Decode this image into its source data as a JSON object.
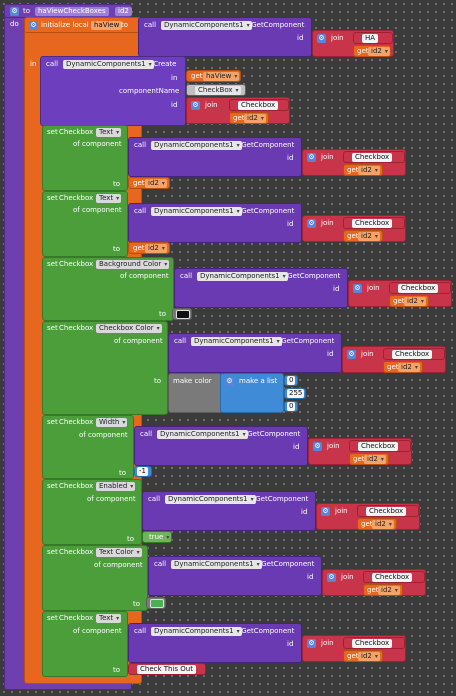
{
  "proc": {
    "to": "to",
    "name": "haViewCheckBoxes",
    "param": "id2",
    "do": "do"
  },
  "kw": {
    "init_local": "initialize local",
    "to": "to",
    "in": "in",
    "call": "call",
    "getcomp": ".GetComponent",
    "create": ".Create",
    "id": "id",
    "join": "join",
    "get": "get",
    "in_lbl": "in",
    "component_name": "componentName",
    "set": "set",
    "of_component": "of component",
    "make_color": "make color",
    "make_list": "make a list",
    "dot": "."
  },
  "local_var": "haView",
  "comp_name": "DynamicComponents1",
  "ha_text": "HA",
  "checkbox_comp": "Checkbox",
  "checkbox_component_name": "CheckBox",
  "checkbox_text": "Checkbox",
  "id_var": "id2",
  "component_type": "CheckBox",
  "sets": [
    {
      "prop": "Text",
      "value": ""
    },
    {
      "prop": "Text",
      "value": ""
    },
    {
      "prop": "Background Color",
      "value": ""
    },
    {
      "prop": "Checkbox Color",
      "value": ""
    },
    {
      "prop": "Width",
      "value": "-1"
    },
    {
      "prop": "Enabled",
      "value": "true"
    },
    {
      "prop": "Text Color",
      "value": ""
    },
    {
      "prop": "Text",
      "value": "Check This Out"
    }
  ],
  "color_list": [
    "0",
    "255",
    "0"
  ],
  "colors": {
    "bg_black": "#111111",
    "text_green": "#4caf50"
  }
}
